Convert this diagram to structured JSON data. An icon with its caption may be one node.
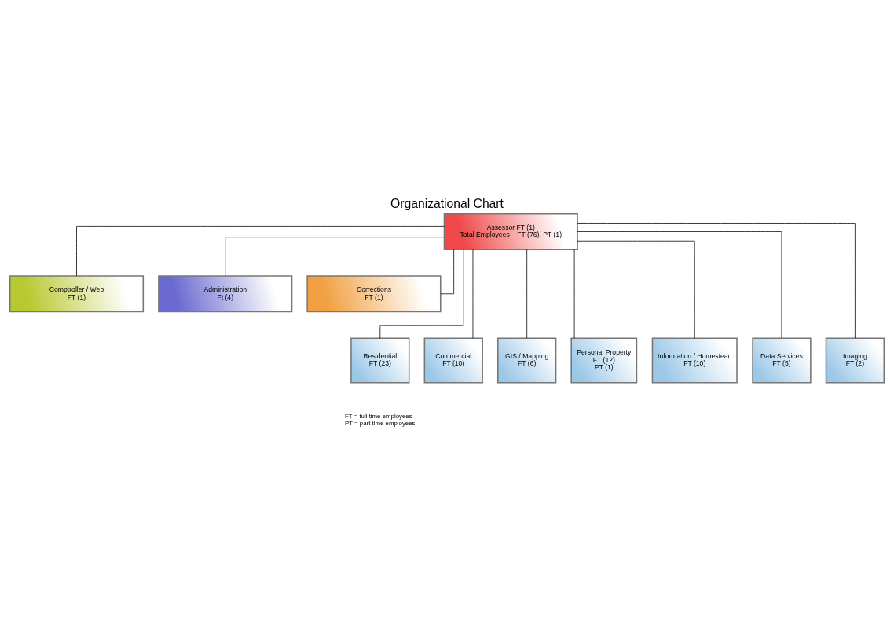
{
  "diagram": {
    "title": "Organizational Chart",
    "nodes": [
      {
        "text": [
          "Assessor FT (1)",
          "Total Employees – FT (76), PT (1)"
        ]
      },
      {
        "text": [
          "Comptroller / Web",
          "FT (1)"
        ]
      },
      {
        "text": [
          "Administration",
          "Ft (4)"
        ]
      },
      {
        "text": [
          "Corrections",
          "FT (1)"
        ]
      },
      {
        "text": [
          "Residential",
          "FT (23)"
        ]
      },
      {
        "text": [
          "Commercial",
          "FT (10)"
        ]
      },
      {
        "text": [
          "GIS / Mapping",
          "FT (6)"
        ]
      },
      {
        "text": [
          "Personal Property",
          "FT (12)",
          "PT (1)"
        ]
      },
      {
        "text": [
          "Information / Homestead",
          "FT (10)"
        ]
      },
      {
        "text": [
          "Data Services",
          "FT (5)"
        ]
      },
      {
        "text": [
          "Imaging",
          "FT (2)"
        ]
      }
    ],
    "edges": [
      {
        "from": 0,
        "to": 1,
        "arrow": "none"
      },
      {
        "from": 0,
        "to": 2,
        "arrow": "none"
      },
      {
        "from": 0,
        "to": 3,
        "arrow": "none"
      },
      {
        "from": 0,
        "to": 4,
        "arrow": "none"
      },
      {
        "from": 0,
        "to": 5,
        "arrow": "none"
      },
      {
        "from": 0,
        "to": 6,
        "arrow": "none"
      },
      {
        "from": 0,
        "to": 7,
        "arrow": "none"
      },
      {
        "from": 0,
        "to": 8,
        "arrow": "none"
      },
      {
        "from": 0,
        "to": 9,
        "arrow": "none"
      },
      {
        "from": 0,
        "to": 10,
        "arrow": "none"
      }
    ],
    "labels": [
      "FT = full time employees",
      "PT = part time employees"
    ]
  }
}
